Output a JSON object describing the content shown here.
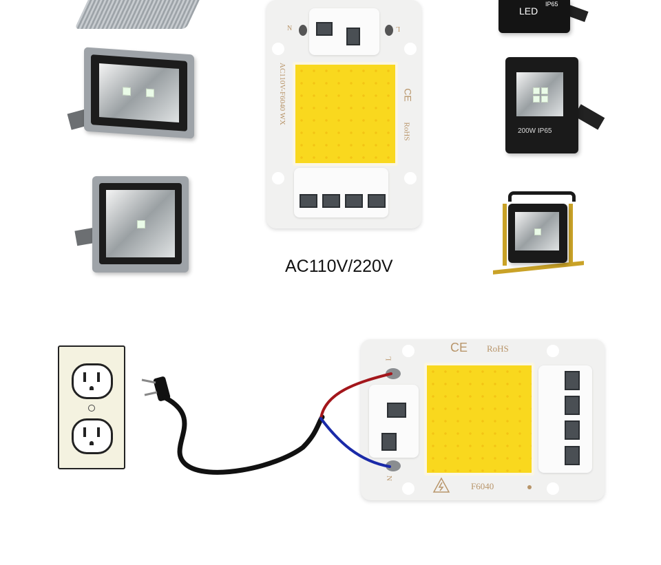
{
  "voltage_caption": "AC110V/220V",
  "top_chip": {
    "label_n": "N",
    "label_l": "L",
    "side_text": "AC110V-F6040 WX",
    "ce_mark": "CE",
    "rohs_mark": "RoHS"
  },
  "bottom_chip": {
    "label_l": "L",
    "label_n": "N",
    "ce_mark": "CE",
    "rohs_mark": "RoHS",
    "model": "F6040",
    "warning_icon": "high-voltage-icon"
  },
  "floodlights": {
    "top_right_label": "LED",
    "top_right_small": "IP65",
    "middle_right_label": "200W IP65"
  },
  "wire_colors": {
    "live": "#a3161b",
    "neutral": "#1a2aa8",
    "cord": "#111111"
  },
  "cob_color": "#f9d81e"
}
